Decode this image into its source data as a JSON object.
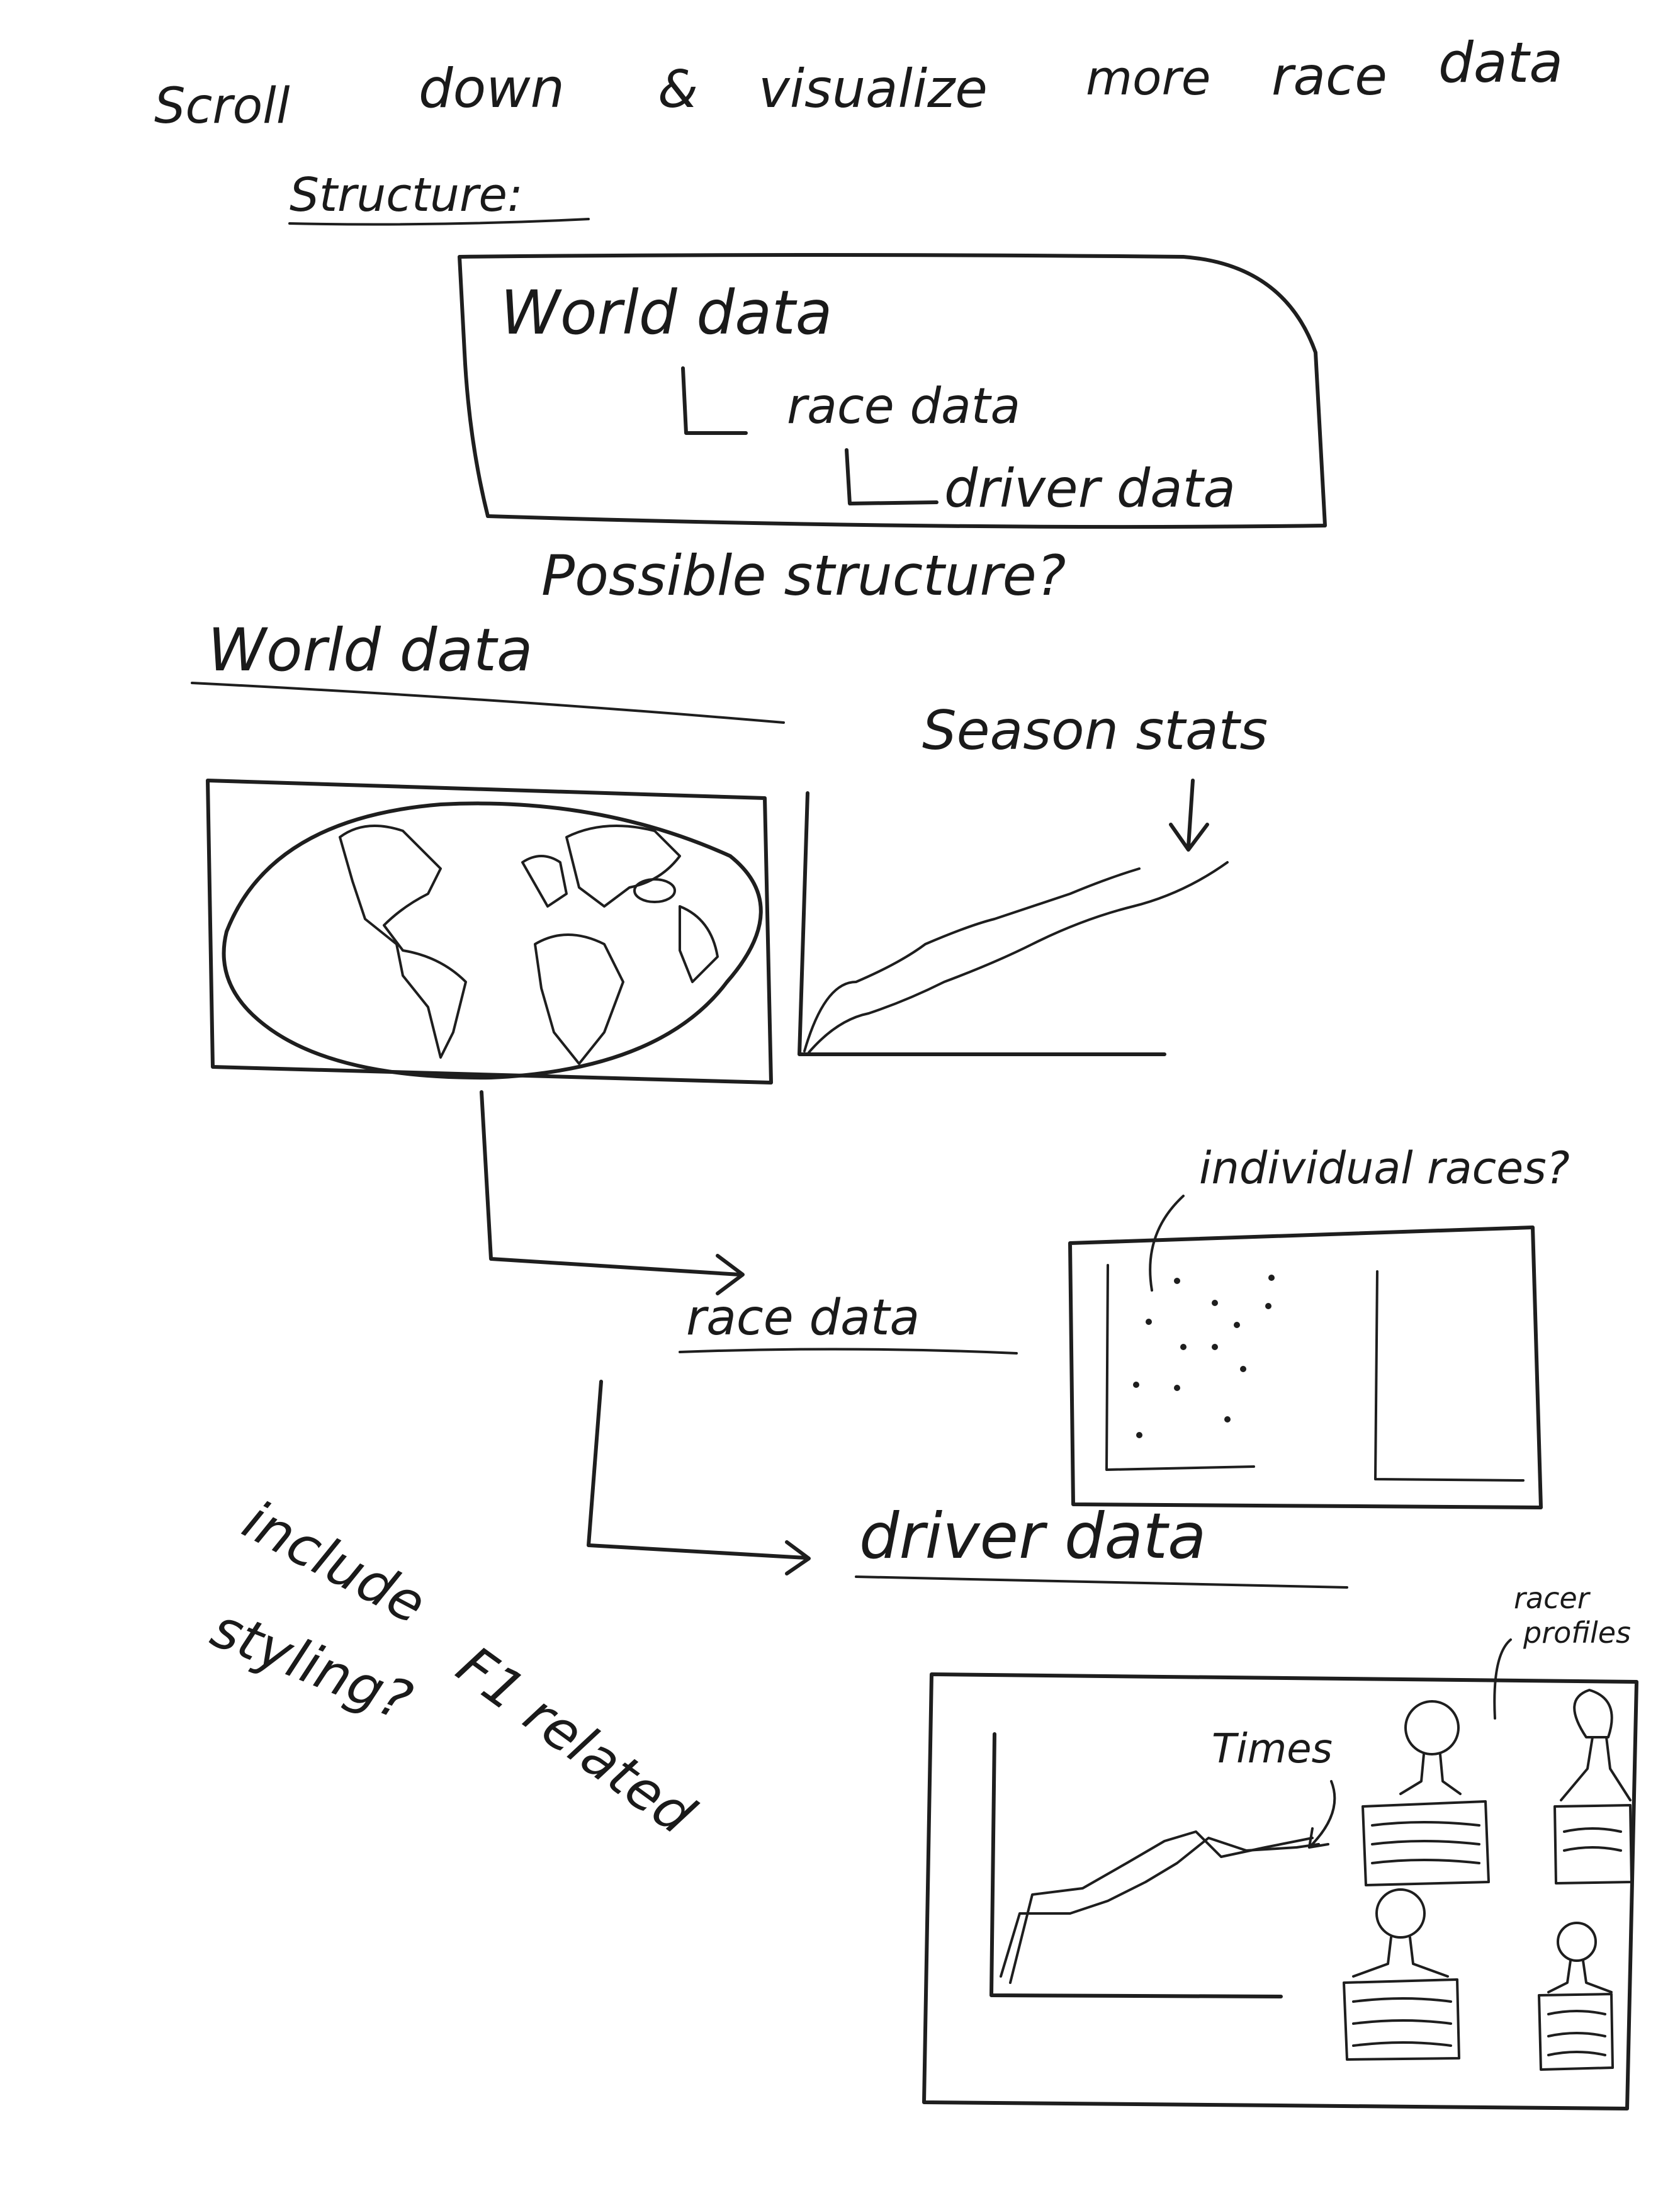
{
  "header": {
    "words": [
      "Scroll",
      "down",
      "&",
      "visualize",
      "more",
      "race",
      "data"
    ]
  },
  "structure": {
    "heading": "Structure:",
    "tree": [
      "World data",
      "race data",
      "driver data"
    ],
    "caption": "Possible structure?"
  },
  "world_section": {
    "heading": "World data",
    "season_label": "Season stats"
  },
  "race_section": {
    "heading": "race data",
    "individual_label": "individual races?"
  },
  "driver_section": {
    "heading": "driver data",
    "times_label": "Times",
    "profiles_label": [
      "racer",
      "profiles"
    ]
  },
  "styling_note": {
    "line1": "include",
    "line2": "F1 related",
    "line3": "styling?"
  },
  "colors": {
    "ink": "#1e1e1e",
    "paper": "#ffffff"
  }
}
